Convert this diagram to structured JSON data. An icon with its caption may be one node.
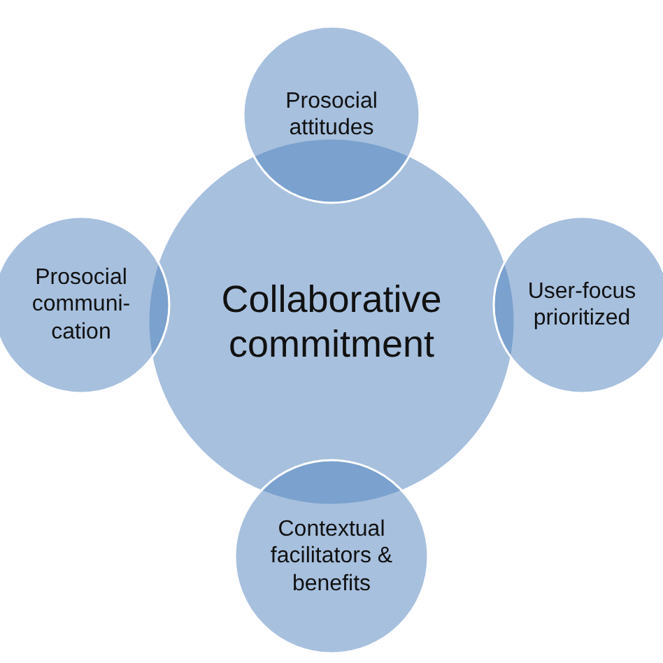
{
  "diagram": {
    "nodes": [
      {
        "text": [
          "Collaborative commitment"
        ]
      },
      {
        "text": [
          "Prosocial attitudes"
        ]
      },
      {
        "text": [
          "Prosocial communi- cation"
        ]
      },
      {
        "text": [
          "User-focus prioritized"
        ]
      },
      {
        "text": [
          "Contextual facilitators & benefits"
        ]
      }
    ]
  }
}
